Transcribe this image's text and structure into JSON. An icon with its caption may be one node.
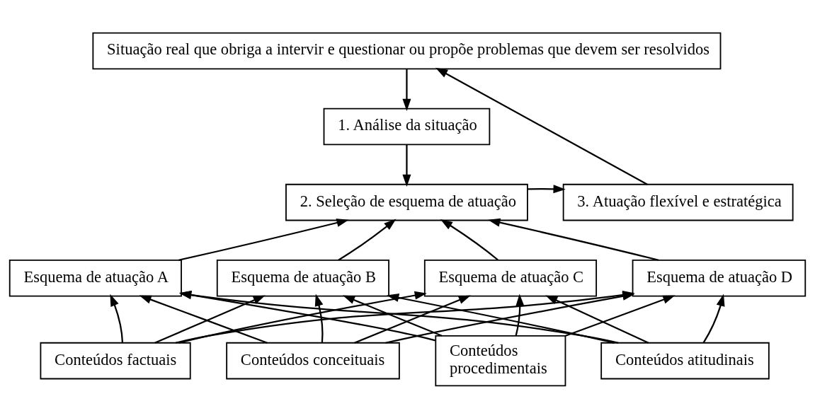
{
  "diagram": {
    "nodes": [
      {
        "text": [
          "Situação real que obriga a intervir e questionar ou propõe problemas que devem ser resolvidos"
        ]
      },
      {
        "text": [
          "1. Análise da situação"
        ]
      },
      {
        "text": [
          "2. Seleção de esquema de atuação"
        ]
      },
      {
        "text": [
          "3. Atuação flexível e estratégica"
        ]
      },
      {
        "text": [
          "Esquema de atuação A"
        ]
      },
      {
        "text": [
          "Esquema de atuação B"
        ]
      },
      {
        "text": [
          "Esquema de atuação C"
        ]
      },
      {
        "text": [
          "Esquema de atuação D"
        ]
      },
      {
        "text": [
          "Conteúdos factuais"
        ]
      },
      {
        "text": [
          "Conteúdos conceituais"
        ]
      },
      {
        "text": [
          "Conteúdos procedimentais"
        ]
      },
      {
        "text": [
          "Conteúdos atitudinais"
        ]
      }
    ],
    "edges": [
      {
        "from": 0,
        "to": 1,
        "arrow": "to"
      },
      {
        "from": 1,
        "to": 2,
        "arrow": "to"
      },
      {
        "from": 2,
        "to": 3,
        "arrow": "to"
      },
      {
        "from": 3,
        "to": 0,
        "arrow": "to"
      },
      {
        "from": 4,
        "to": 2,
        "arrow": "to"
      },
      {
        "from": 5,
        "to": 2,
        "arrow": "to"
      },
      {
        "from": 6,
        "to": 2,
        "arrow": "to"
      },
      {
        "from": 7,
        "to": 2,
        "arrow": "to"
      },
      {
        "from": 8,
        "to": 4,
        "arrow": "to"
      },
      {
        "from": 8,
        "to": 5,
        "arrow": "to"
      },
      {
        "from": 8,
        "to": 6,
        "arrow": "to"
      },
      {
        "from": 8,
        "to": 7,
        "arrow": "to"
      },
      {
        "from": 9,
        "to": 4,
        "arrow": "to"
      },
      {
        "from": 9,
        "to": 5,
        "arrow": "to"
      },
      {
        "from": 9,
        "to": 6,
        "arrow": "to"
      },
      {
        "from": 9,
        "to": 7,
        "arrow": "to"
      },
      {
        "from": 10,
        "to": 4,
        "arrow": "to"
      },
      {
        "from": 10,
        "to": 5,
        "arrow": "to"
      },
      {
        "from": 10,
        "to": 6,
        "arrow": "to"
      },
      {
        "from": 10,
        "to": 7,
        "arrow": "to"
      },
      {
        "from": 11,
        "to": 4,
        "arrow": "to"
      },
      {
        "from": 11,
        "to": 5,
        "arrow": "to"
      },
      {
        "from": 11,
        "to": 6,
        "arrow": "to"
      },
      {
        "from": 11,
        "to": 7,
        "arrow": "to"
      }
    ]
  }
}
